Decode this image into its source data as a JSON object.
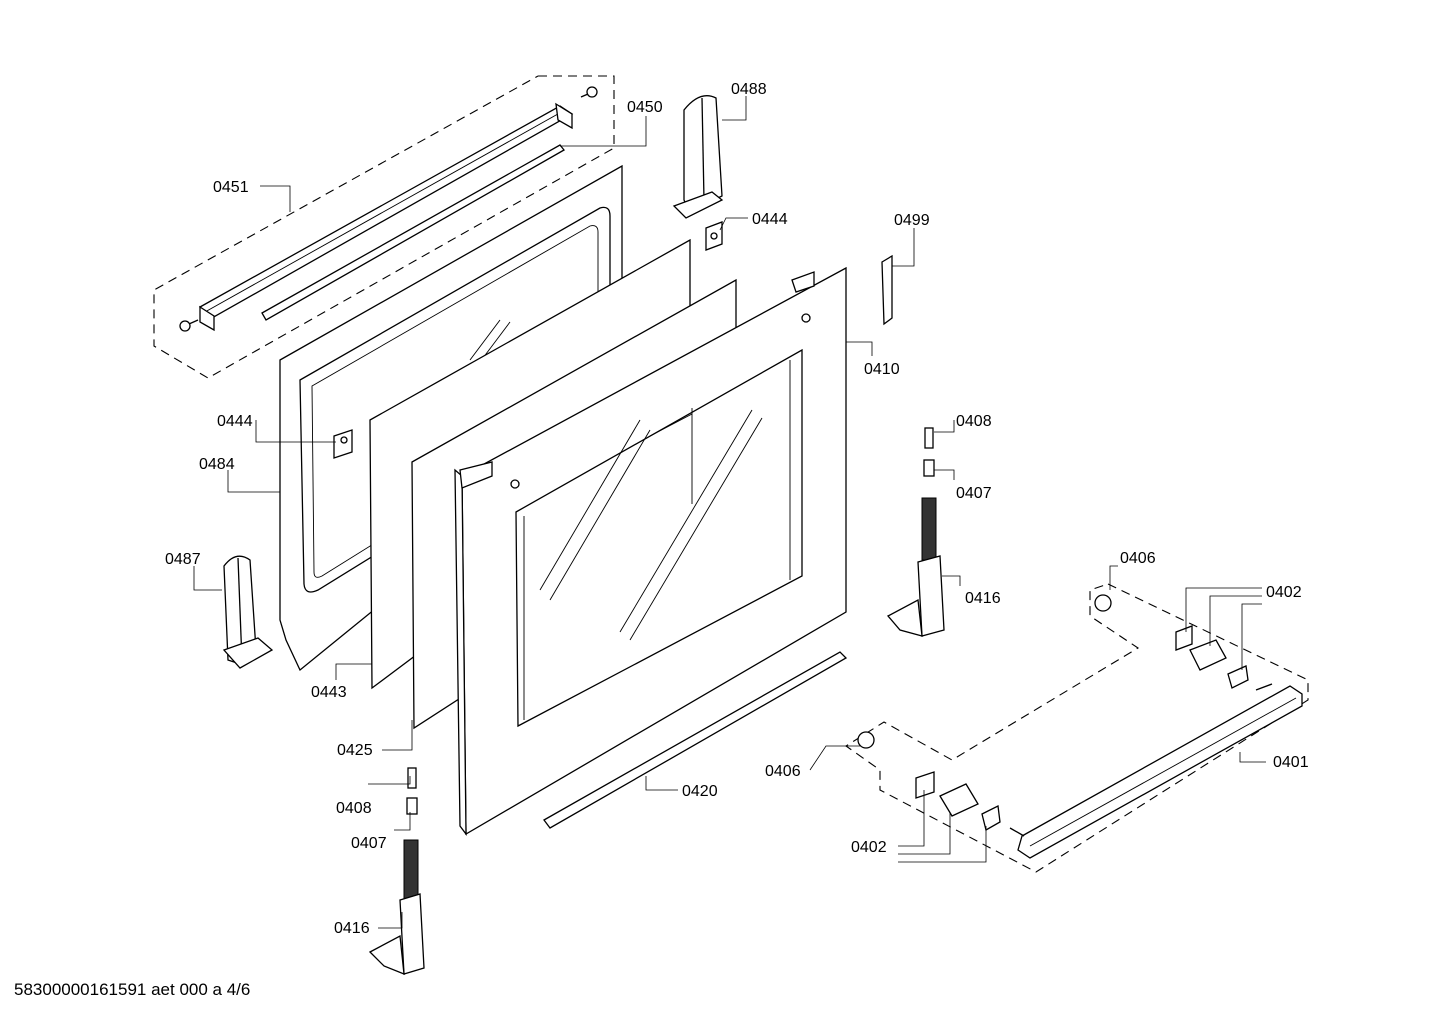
{
  "footer": "58300000161591 aet 000 a 4/6",
  "labels": {
    "p0450": "0450",
    "p0451": "0451",
    "p0488": "0488",
    "p0444_top": "0444",
    "p0499": "0499",
    "p0410": "0410",
    "p0444_mid": "0444",
    "p0484": "0484",
    "p0408_right": "0408",
    "p0407_right": "0407",
    "p0487": "0487",
    "p0416_right": "0416",
    "p0406_top": "0406",
    "p0402_top": "0402",
    "p0443": "0443",
    "p0425": "0425",
    "p0406_bottom": "0406",
    "p0401": "0401",
    "p0408_left": "0408",
    "p0420": "0420",
    "p0407_left": "0407",
    "p0402_bottom": "0402",
    "p0416_left": "0416"
  }
}
